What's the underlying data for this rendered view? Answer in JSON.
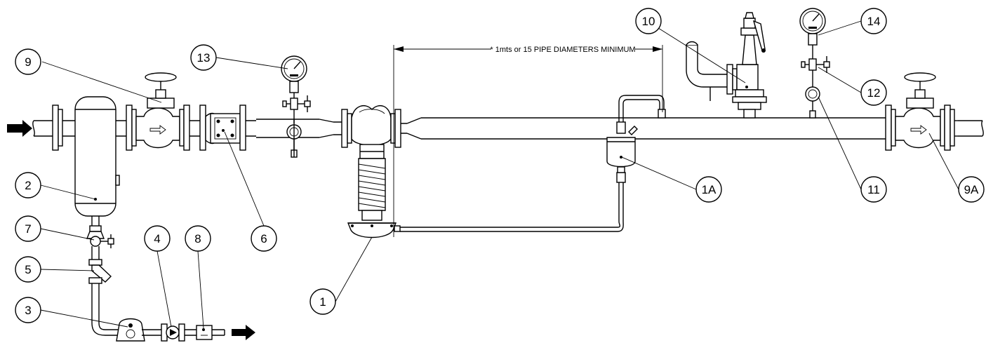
{
  "diagram": {
    "dimension_note": "* 1mts or 15 PIPE DIAMETERS MINIMUM",
    "callouts": [
      {
        "id": "c9",
        "label": "9"
      },
      {
        "id": "c2",
        "label": "2"
      },
      {
        "id": "c7",
        "label": "7"
      },
      {
        "id": "c5",
        "label": "5"
      },
      {
        "id": "c3",
        "label": "3"
      },
      {
        "id": "c4",
        "label": "4"
      },
      {
        "id": "c8",
        "label": "8"
      },
      {
        "id": "c6",
        "label": "6"
      },
      {
        "id": "c13",
        "label": "13"
      },
      {
        "id": "c1",
        "label": "1"
      },
      {
        "id": "c1A",
        "label": "1A"
      },
      {
        "id": "c10",
        "label": "10"
      },
      {
        "id": "c14",
        "label": "14"
      },
      {
        "id": "c12",
        "label": "12"
      },
      {
        "id": "c11",
        "label": "11"
      },
      {
        "id": "c9A",
        "label": "9A"
      }
    ]
  }
}
